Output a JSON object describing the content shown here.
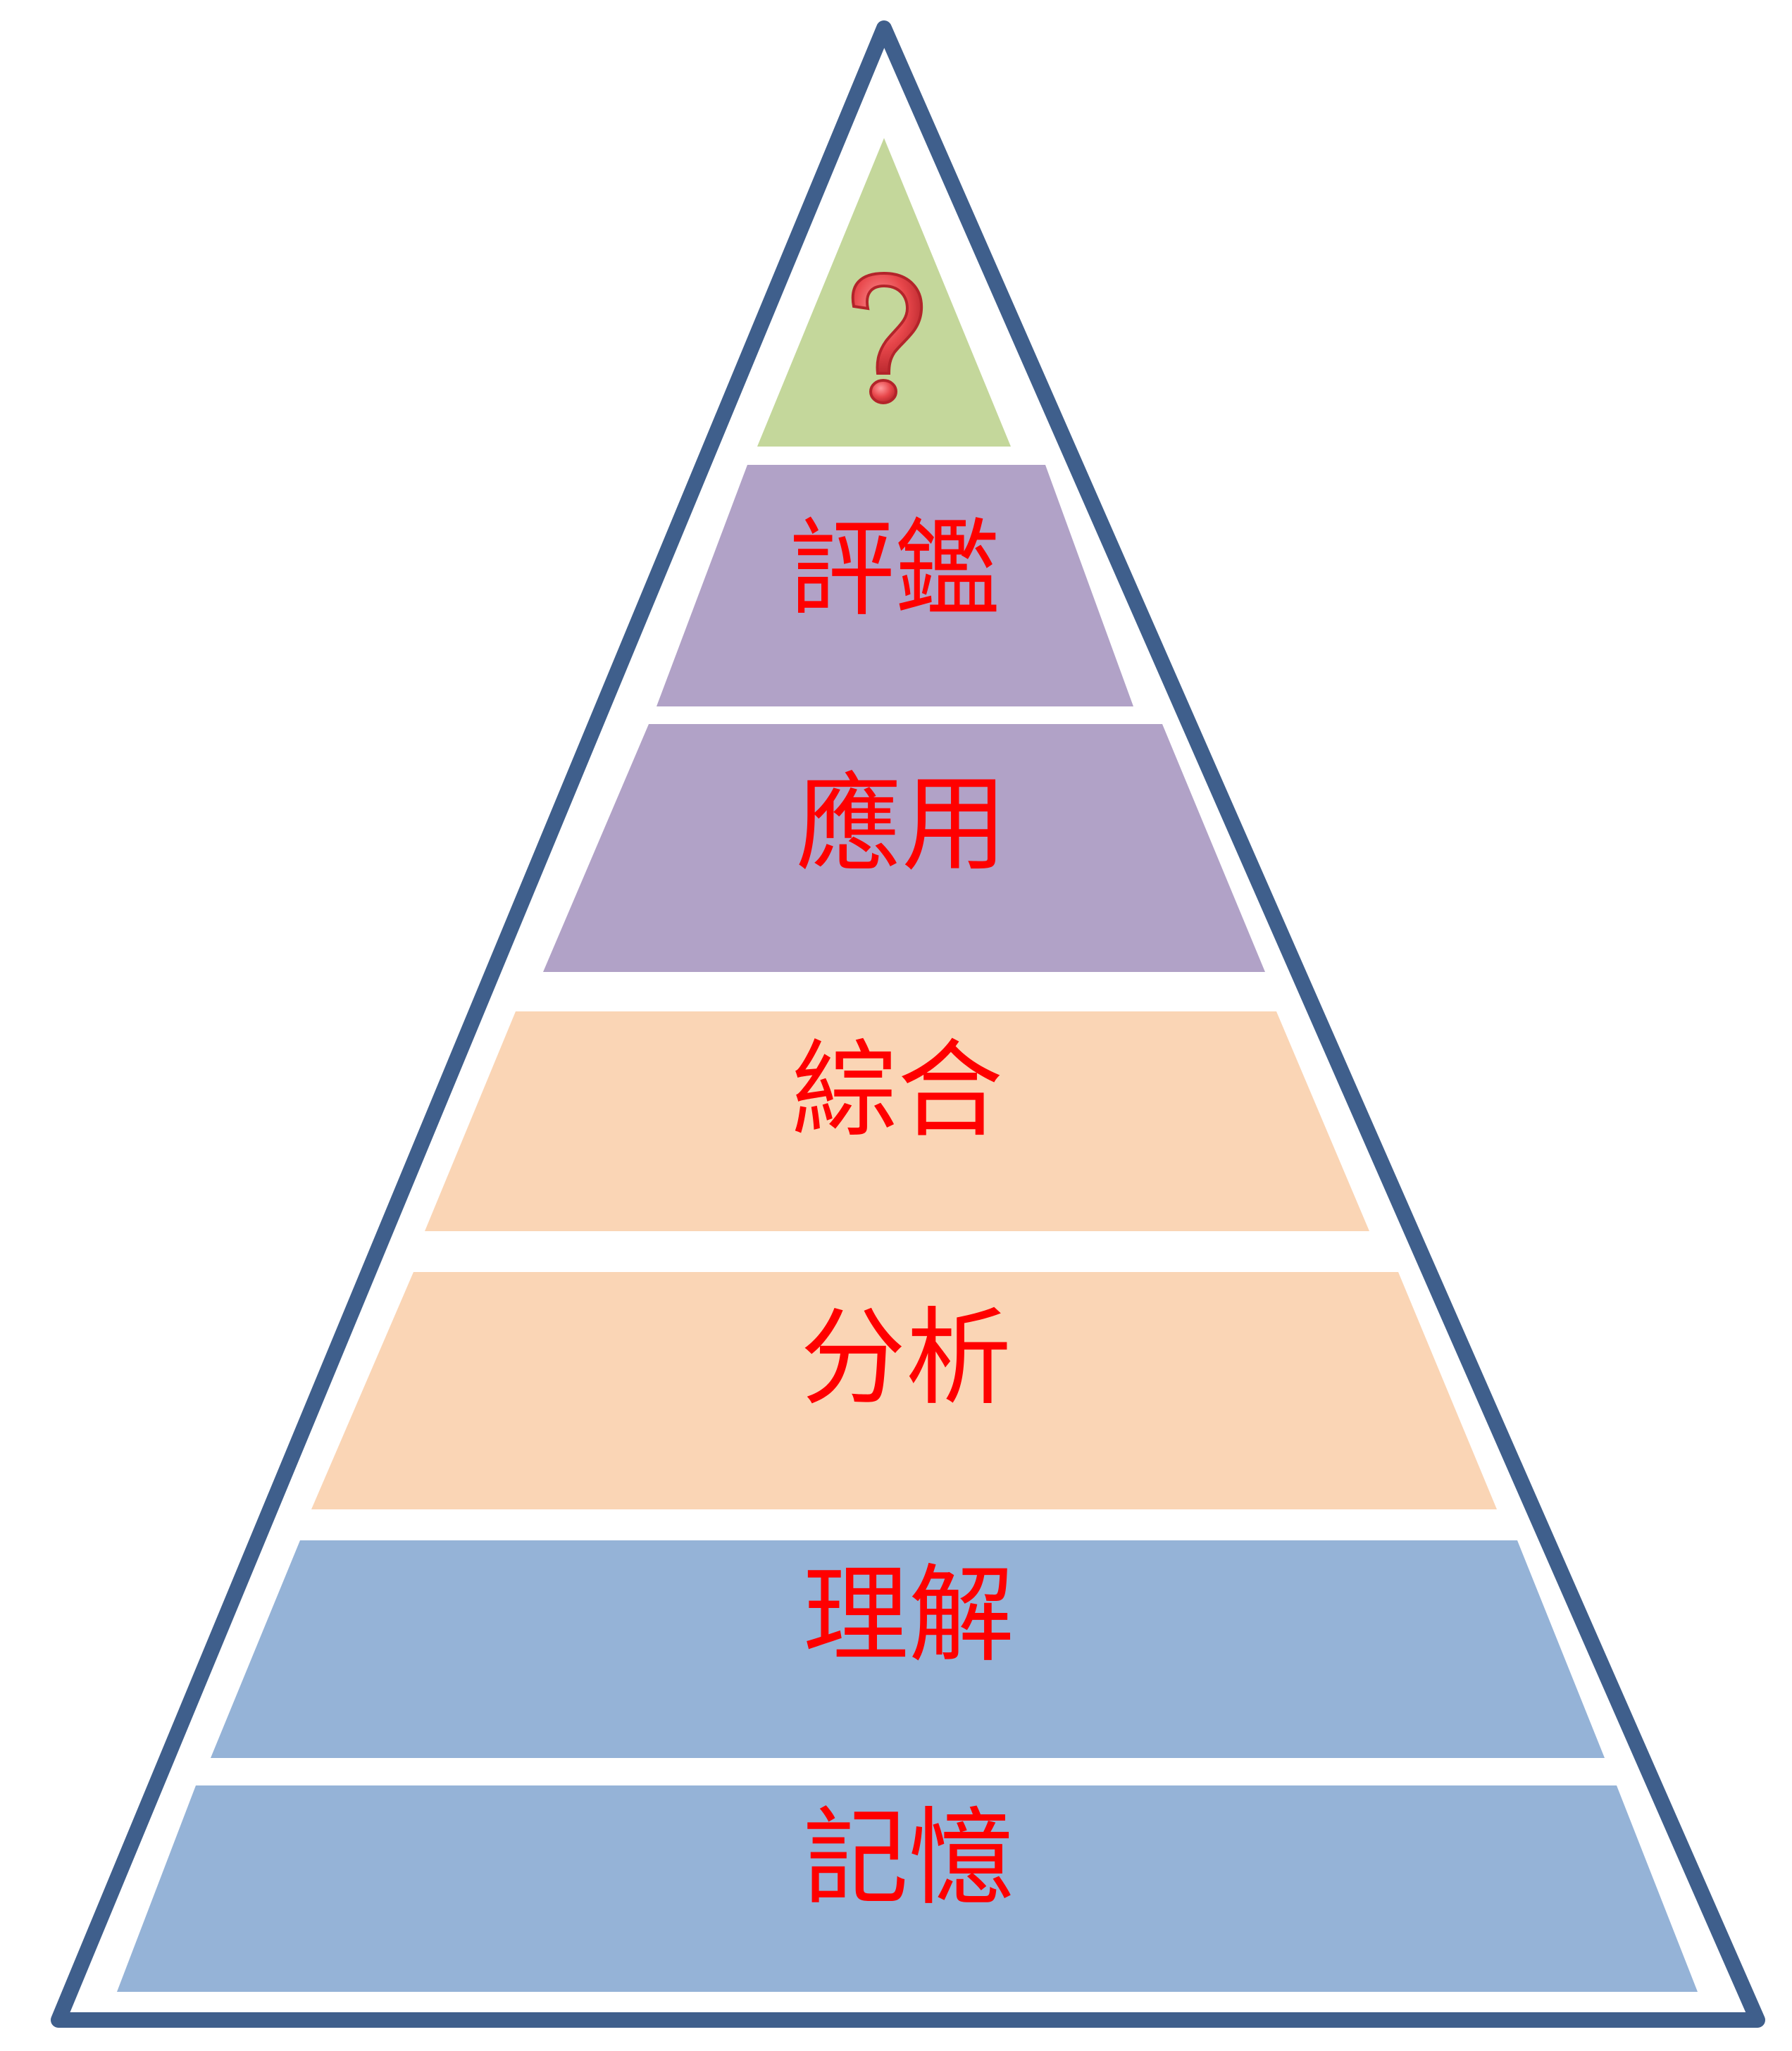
{
  "colors": {
    "outline": "#3f5f8c",
    "apex": "#c4d79b",
    "purple": "#b1a2c7",
    "peach": "#fad5b5",
    "blue": "#95b3d7",
    "label": "#ff0000",
    "question_mark": "#e8474b"
  },
  "apex": {
    "icon": "question-mark-icon"
  },
  "tiers": [
    {
      "label": "評鑑",
      "fill": "#b1a2c7"
    },
    {
      "label": "應用",
      "fill": "#b1a2c7"
    },
    {
      "label": "綜合",
      "fill": "#fad5b5"
    },
    {
      "label": "分析",
      "fill": "#fad5b5"
    },
    {
      "label": "理解",
      "fill": "#95b3d7"
    },
    {
      "label": "記憶",
      "fill": "#95b3d7"
    }
  ]
}
